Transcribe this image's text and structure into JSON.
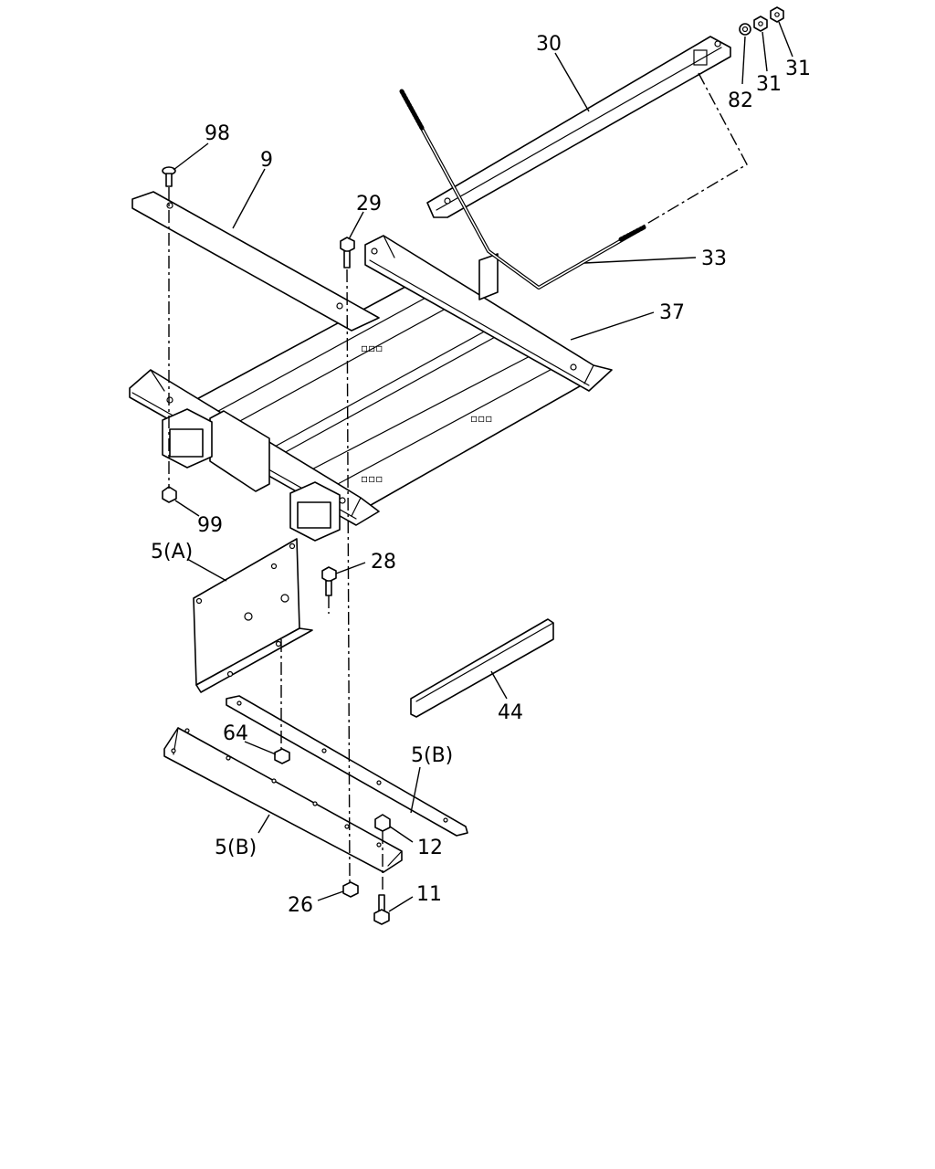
{
  "diagram": {
    "callouts": {
      "c98": "98",
      "c9": "9",
      "c29": "29",
      "c30": "30",
      "c82": "82",
      "c31a": "31",
      "c31b": "31",
      "c33": "33",
      "c37": "37",
      "c99": "99",
      "c5a": "5(A)",
      "c28": "28",
      "c44": "44",
      "c64": "64",
      "c5b_right": "5(B)",
      "c5b_left": "5(B)",
      "c12": "12",
      "c26": "26",
      "c11": "11"
    }
  }
}
